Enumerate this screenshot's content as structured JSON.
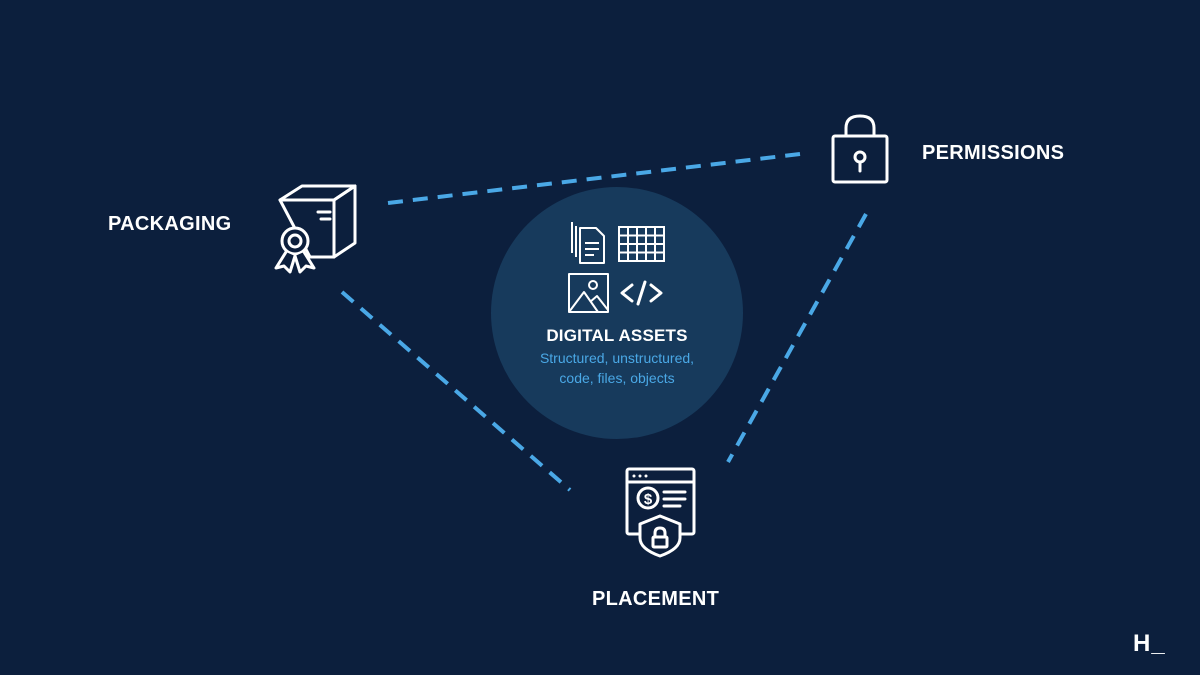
{
  "diagram": {
    "nodes": {
      "packaging": {
        "label": "PACKAGING",
        "icon": "package-certificate-icon"
      },
      "permissions": {
        "label": "PERMISSIONS",
        "icon": "lock-icon"
      },
      "placement": {
        "label": "PLACEMENT",
        "icon": "secure-web-payment-icon"
      }
    },
    "center": {
      "title": "DIGITAL ASSETS",
      "subtitle_line1": "Structured, unstructured,",
      "subtitle_line2": "code, files, objects",
      "icons": [
        "documents-icon",
        "table-grid-icon",
        "image-icon",
        "code-icon"
      ]
    },
    "connectors": [
      "packaging-permissions",
      "permissions-placement",
      "placement-packaging"
    ]
  },
  "brand": {
    "mark": "H_"
  },
  "colors": {
    "background": "#0c1f3d",
    "circle": "#173a5c",
    "accent": "#4aa8e6",
    "text": "#ffffff"
  }
}
